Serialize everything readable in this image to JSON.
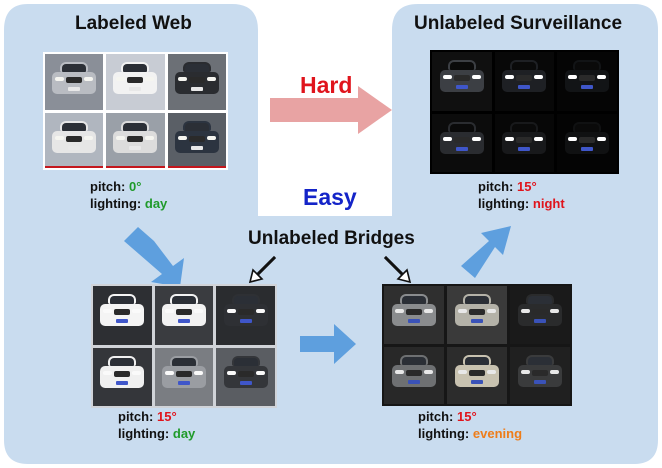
{
  "nodes": {
    "labeled_web": {
      "title": "Labeled Web",
      "pitch_label": "pitch:",
      "pitch_value": "0°",
      "lighting_label": "lighting:",
      "lighting_value": "day"
    },
    "unlabeled_surveillance": {
      "title": "Unlabeled Surveillance",
      "pitch_label": "pitch:",
      "pitch_value": "15°",
      "lighting_label": "lighting:",
      "lighting_value": "night"
    },
    "bridge_day": {
      "pitch_label": "pitch:",
      "pitch_value": "15°",
      "lighting_label": "lighting:",
      "lighting_value": "day"
    },
    "bridge_evening": {
      "pitch_label": "pitch:",
      "pitch_value": "15°",
      "lighting_label": "lighting:",
      "lighting_value": "evening"
    }
  },
  "edges": {
    "hard_label": "Hard",
    "easy_label": "Easy",
    "bridges_title": "Unlabeled Bridges"
  },
  "colors": {
    "background": "#c9dcef",
    "value_green": "#1f9a2a",
    "value_red": "#e0141c",
    "value_orange": "#ee7d1a",
    "hard_text": "#e0141c",
    "easy_text": "#1424c8",
    "hard_arrow": "#e8a3a3",
    "blue_arrow": "#5e9fde"
  }
}
